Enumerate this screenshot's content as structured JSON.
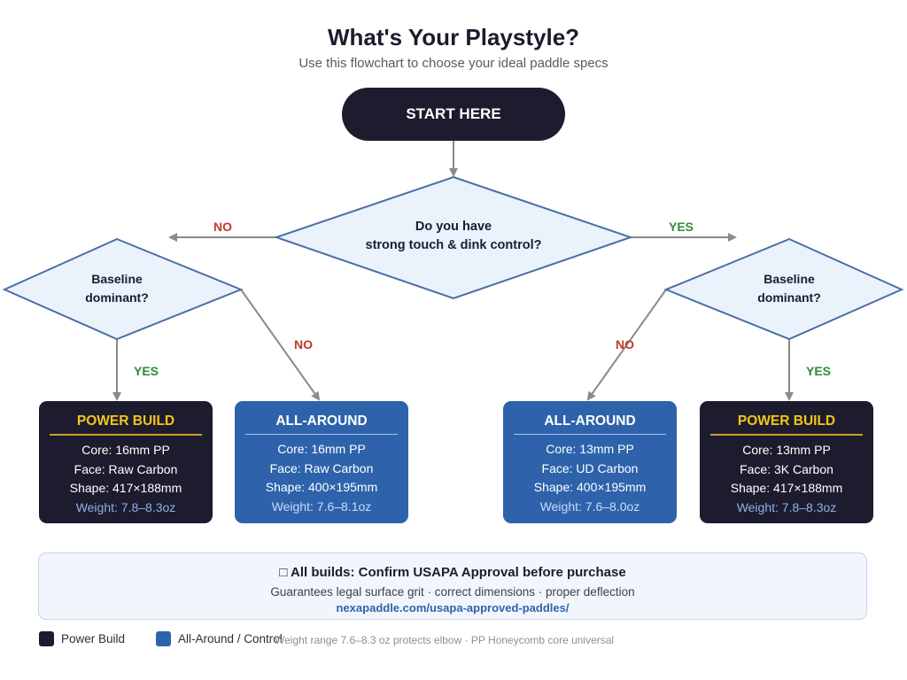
{
  "header": {
    "title": "What's Your Playstyle?",
    "subtitle": "Use this flowchart to choose your ideal paddle specs"
  },
  "start": {
    "label": "START HERE"
  },
  "decisions": {
    "main": {
      "line1": "Do you have",
      "line2": "strong touch & dink control?"
    },
    "left": {
      "line1": "Baseline",
      "line2": "dominant?"
    },
    "right": {
      "line1": "Baseline",
      "line2": "dominant?"
    }
  },
  "edge_labels": {
    "main_no": "NO",
    "main_yes": "YES",
    "left_yes": "YES",
    "left_no": "NO",
    "right_no": "NO",
    "right_yes": "YES"
  },
  "cards": [
    {
      "title": "POWER BUILD",
      "core": "Core: 16mm PP",
      "face": "Face: Raw Carbon",
      "shape": "Shape: 417×188mm",
      "weight": "Weight: 7.8–8.3oz"
    },
    {
      "title": "ALL-AROUND",
      "core": "Core: 16mm PP",
      "face": "Face: Raw Carbon",
      "shape": "Shape: 400×195mm",
      "weight": "Weight: 7.6–8.1oz"
    },
    {
      "title": "ALL-AROUND",
      "core": "Core: 13mm PP",
      "face": "Face: UD Carbon",
      "shape": "Shape: 400×195mm",
      "weight": "Weight: 7.6–8.0oz"
    },
    {
      "title": "POWER BUILD",
      "core": "Core: 13mm PP",
      "face": "Face: 3K Carbon",
      "shape": "Shape: 417×188mm",
      "weight": "Weight: 7.8–8.3oz"
    }
  ],
  "note": {
    "icon": "□",
    "title": "All builds: Confirm USAPA Approval before purchase",
    "subtitle": "Guarantees legal surface grit · correct dimensions · proper deflection",
    "link": "nexapaddle.com/usapa-approved-paddles/"
  },
  "legend": {
    "items": [
      {
        "label": "Power Build",
        "color": "#1c1c2e"
      },
      {
        "label": "All-Around / Control",
        "color": "#2e63ab"
      }
    ],
    "note": "Weight range 7.6–8.3 oz protects elbow · PP Honeycomb core universal"
  },
  "colors": {
    "dark": "#1c1c2e",
    "blue": "#2e63ab",
    "gold": "#f5c518",
    "no": "#c0392b",
    "yes": "#2e8b3a",
    "diamond_fill": "#eaf2fb",
    "diamond_stroke": "#4a6fa5",
    "arrow": "#8a8a8a"
  }
}
